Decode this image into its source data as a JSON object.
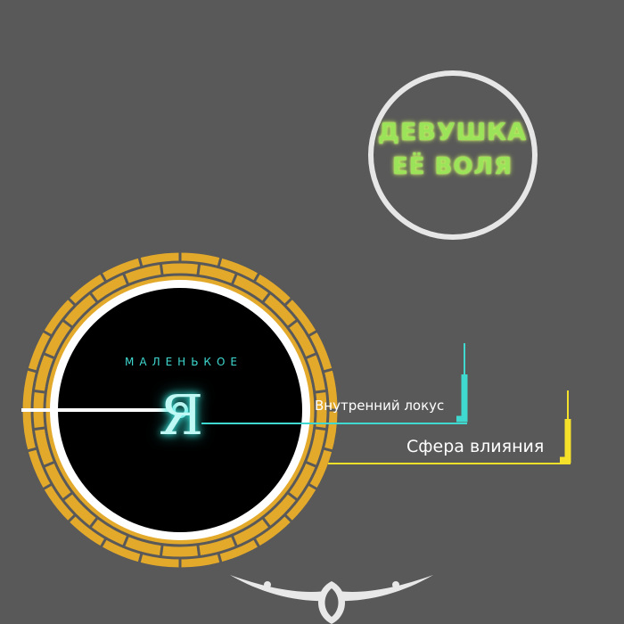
{
  "girl": {
    "line1": "ДЕВУШКА",
    "line2": "ЕЁ ВОЛЯ"
  },
  "self": {
    "caption": "МАЛЕНЬКОЕ",
    "letter": "Я"
  },
  "labels": {
    "inner_locus": "Внутренний локус",
    "sphere_of_influence": "Сфера влияния"
  },
  "colors": {
    "background": "#595959",
    "ring_gold": "#e3a92b",
    "inner_white": "#ffffff",
    "core_black": "#000000",
    "locus_cyan": "#3fd9d0",
    "influence_yellow": "#f5e02a",
    "girl_green": "#9be45a",
    "girl_circle": "#e6e6e6"
  }
}
